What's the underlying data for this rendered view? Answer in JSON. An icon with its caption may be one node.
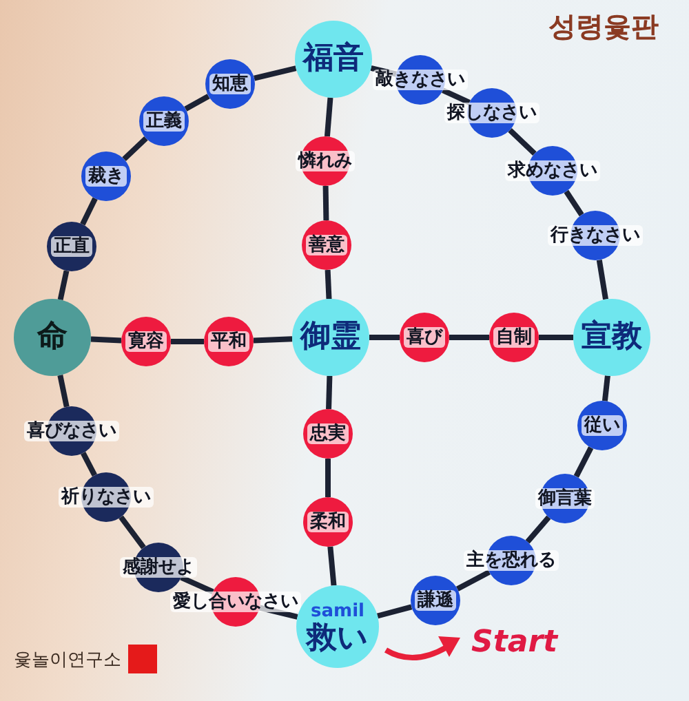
{
  "diagram": {
    "title": "성령윷판",
    "nodes": [
      {
        "text": [
          "福音"
        ]
      },
      {
        "text": [
          "知恵"
        ]
      },
      {
        "text": [
          "敲きなさい"
        ]
      },
      {
        "text": [
          "正義"
        ]
      },
      {
        "text": [
          "探しなさい"
        ]
      },
      {
        "text": [
          "憐れみ"
        ]
      },
      {
        "text": [
          "裁き"
        ]
      },
      {
        "text": [
          "求めなさい"
        ]
      },
      {
        "text": [
          "正直"
        ]
      },
      {
        "text": [
          "善意"
        ]
      },
      {
        "text": [
          "行きなさい"
        ]
      },
      {
        "text": [
          "命"
        ]
      },
      {
        "text": [
          "寛容"
        ]
      },
      {
        "text": [
          "平和"
        ]
      },
      {
        "text": [
          "御霊"
        ]
      },
      {
        "text": [
          "喜び"
        ]
      },
      {
        "text": [
          "自制"
        ]
      },
      {
        "text": [
          "宣教"
        ]
      },
      {
        "text": [
          "喜びなさい"
        ]
      },
      {
        "text": [
          "従い"
        ]
      },
      {
        "text": [
          "忠実"
        ]
      },
      {
        "text": [
          "祈りなさい"
        ]
      },
      {
        "text": [
          "御言葉"
        ]
      },
      {
        "text": [
          "柔和"
        ]
      },
      {
        "text": [
          "感謝せよ"
        ]
      },
      {
        "text": [
          "主を恐れる"
        ]
      },
      {
        "text": [
          "愛し合いなさい"
        ]
      },
      {
        "text": [
          "samil",
          "救い"
        ]
      },
      {
        "text": [
          "謙遜"
        ]
      }
    ],
    "edges": [
      {
        "from": 27,
        "to": 26,
        "arrow": "none"
      },
      {
        "from": 26,
        "to": 24,
        "arrow": "none"
      },
      {
        "from": 24,
        "to": 21,
        "arrow": "none"
      },
      {
        "from": 21,
        "to": 18,
        "arrow": "none"
      },
      {
        "from": 18,
        "to": 11,
        "arrow": "none"
      },
      {
        "from": 11,
        "to": 8,
        "arrow": "none"
      },
      {
        "from": 8,
        "to": 6,
        "arrow": "none"
      },
      {
        "from": 6,
        "to": 3,
        "arrow": "none"
      },
      {
        "from": 3,
        "to": 1,
        "arrow": "none"
      },
      {
        "from": 1,
        "to": 0,
        "arrow": "none"
      },
      {
        "from": 0,
        "to": 2,
        "arrow": "none"
      },
      {
        "from": 2,
        "to": 4,
        "arrow": "none"
      },
      {
        "from": 4,
        "to": 7,
        "arrow": "none"
      },
      {
        "from": 7,
        "to": 10,
        "arrow": "none"
      },
      {
        "from": 10,
        "to": 17,
        "arrow": "none"
      },
      {
        "from": 17,
        "to": 19,
        "arrow": "none"
      },
      {
        "from": 19,
        "to": 22,
        "arrow": "none"
      },
      {
        "from": 22,
        "to": 25,
        "arrow": "none"
      },
      {
        "from": 25,
        "to": 28,
        "arrow": "none"
      },
      {
        "from": 28,
        "to": 27,
        "arrow": "none"
      },
      {
        "from": 0,
        "to": 5,
        "arrow": "none"
      },
      {
        "from": 5,
        "to": 9,
        "arrow": "none"
      },
      {
        "from": 9,
        "to": 14,
        "arrow": "none"
      },
      {
        "from": 14,
        "to": 20,
        "arrow": "none"
      },
      {
        "from": 20,
        "to": 23,
        "arrow": "none"
      },
      {
        "from": 23,
        "to": 27,
        "arrow": "none"
      },
      {
        "from": 11,
        "to": 12,
        "arrow": "none"
      },
      {
        "from": 12,
        "to": 13,
        "arrow": "none"
      },
      {
        "from": 13,
        "to": 14,
        "arrow": "none"
      },
      {
        "from": 14,
        "to": 15,
        "arrow": "none"
      },
      {
        "from": 15,
        "to": 16,
        "arrow": "none"
      },
      {
        "from": 16,
        "to": 17,
        "arrow": "none"
      }
    ],
    "labels": [
      "Start",
      "윷놀이연구소"
    ]
  }
}
